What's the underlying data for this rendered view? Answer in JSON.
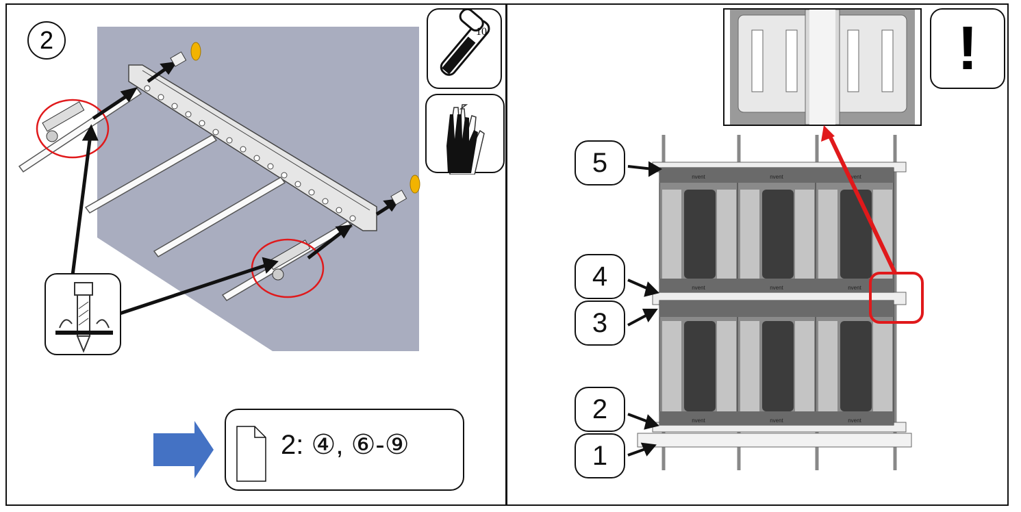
{
  "left_panel": {
    "step_number": "2",
    "wrench_size": "10",
    "reference": {
      "page": "2:",
      "steps": "④, ⑥-⑨"
    }
  },
  "right_panel": {
    "warning_symbol": "!",
    "layer_labels": [
      "5",
      "4",
      "3",
      "2",
      "1"
    ],
    "module_brand": "nvent"
  },
  "colors": {
    "wall": "#a9adbf",
    "callout_red": "#e0191b",
    "arrow_blue": "#4472c4",
    "cap_yellow": "#f2b300",
    "module_dark": "#4a4a4a",
    "module_mid": "#8a8a8a"
  },
  "icons": [
    "wrench-icon",
    "gloves-icon",
    "screw-anchor-icon",
    "document-icon",
    "warning-icon"
  ]
}
